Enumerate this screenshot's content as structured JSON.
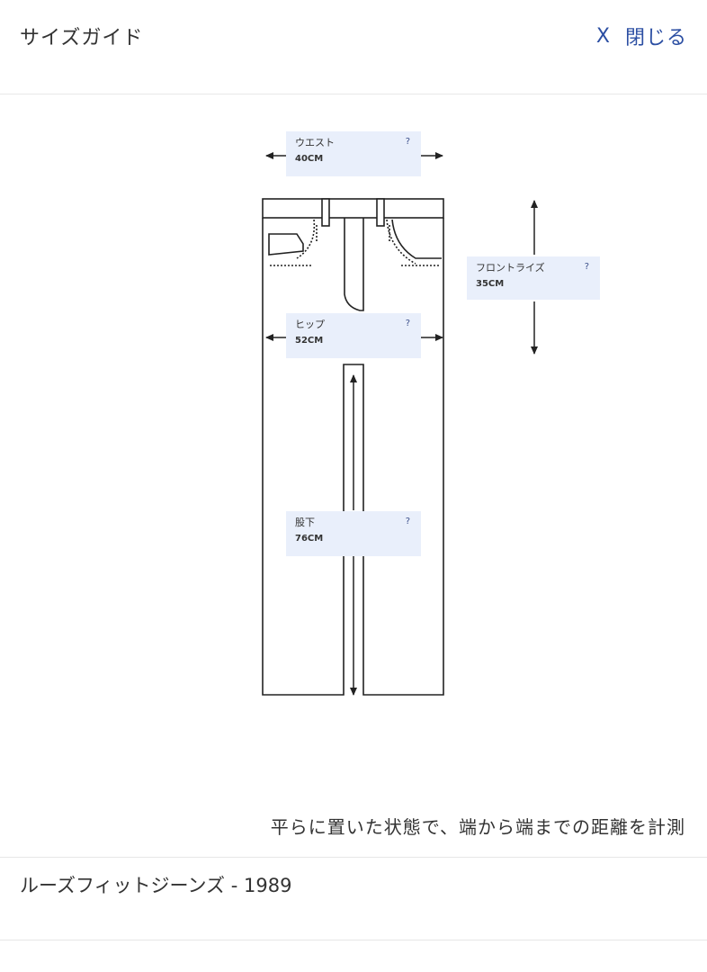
{
  "header": {
    "title": "サイズガイド",
    "close_icon": "X",
    "close_label": "閉じる",
    "accent_color": "#2c4fa3"
  },
  "diagram": {
    "help_glyph": "?",
    "box_color": "#e9effb",
    "measurements": {
      "waist": {
        "label": "ウエスト",
        "value": "40CM"
      },
      "front_rise": {
        "label": "フロントライズ",
        "value": "35CM"
      },
      "hip": {
        "label": "ヒップ",
        "value": "52CM"
      },
      "inseam": {
        "label": "股下",
        "value": "76CM"
      }
    }
  },
  "note": "平らに置いた状態で、端から端までの距離を計測",
  "product": {
    "name": "ルーズフィットジーンズ - 1989"
  }
}
